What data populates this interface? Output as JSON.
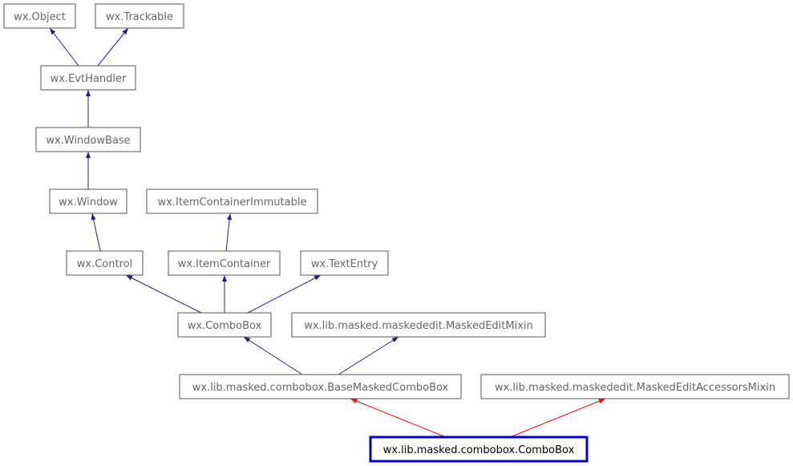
{
  "diagram": {
    "nodes": [
      {
        "id": "wx-object",
        "label": "wx.Object"
      },
      {
        "id": "wx-trackable",
        "label": "wx.Trackable"
      },
      {
        "id": "wx-evthandler",
        "label": "wx.EvtHandler"
      },
      {
        "id": "wx-windowbase",
        "label": "wx.WindowBase"
      },
      {
        "id": "wx-window",
        "label": "wx.Window"
      },
      {
        "id": "wx-itemcontainerimmutable",
        "label": "wx.ItemContainerImmutable"
      },
      {
        "id": "wx-control",
        "label": "wx.Control"
      },
      {
        "id": "wx-itemcontainer",
        "label": "wx.ItemContainer"
      },
      {
        "id": "wx-textentry",
        "label": "wx.TextEntry"
      },
      {
        "id": "wx-combobox",
        "label": "wx.ComboBox"
      },
      {
        "id": "maskededitmixin",
        "label": "wx.lib.masked.maskededit.MaskedEditMixin"
      },
      {
        "id": "basemaskedcombobox",
        "label": "wx.lib.masked.combobox.BaseMaskedComboBox"
      },
      {
        "id": "maskededitaccessorsmixin",
        "label": "wx.lib.masked.maskededit.MaskedEditAccessorsMixin"
      },
      {
        "id": "masked-combobox",
        "label": "wx.lib.masked.combobox.ComboBox",
        "current": true
      }
    ],
    "edges": [
      {
        "from": "wx-evthandler",
        "to": "wx-object",
        "color": "blue"
      },
      {
        "from": "wx-evthandler",
        "to": "wx-trackable",
        "color": "blue"
      },
      {
        "from": "wx-windowbase",
        "to": "wx-evthandler",
        "color": "blue"
      },
      {
        "from": "wx-window",
        "to": "wx-windowbase",
        "color": "blue"
      },
      {
        "from": "wx-control",
        "to": "wx-window",
        "color": "blue"
      },
      {
        "from": "wx-itemcontainer",
        "to": "wx-itemcontainerimmutable",
        "color": "blue"
      },
      {
        "from": "wx-combobox",
        "to": "wx-control",
        "color": "blue"
      },
      {
        "from": "wx-combobox",
        "to": "wx-itemcontainer",
        "color": "blue"
      },
      {
        "from": "wx-combobox",
        "to": "wx-textentry",
        "color": "blue"
      },
      {
        "from": "basemaskedcombobox",
        "to": "wx-combobox",
        "color": "blue"
      },
      {
        "from": "basemaskedcombobox",
        "to": "maskededitmixin",
        "color": "blue"
      },
      {
        "from": "masked-combobox",
        "to": "basemaskedcombobox",
        "color": "red"
      },
      {
        "from": "masked-combobox",
        "to": "maskededitaccessorsmixin",
        "color": "red"
      }
    ]
  }
}
